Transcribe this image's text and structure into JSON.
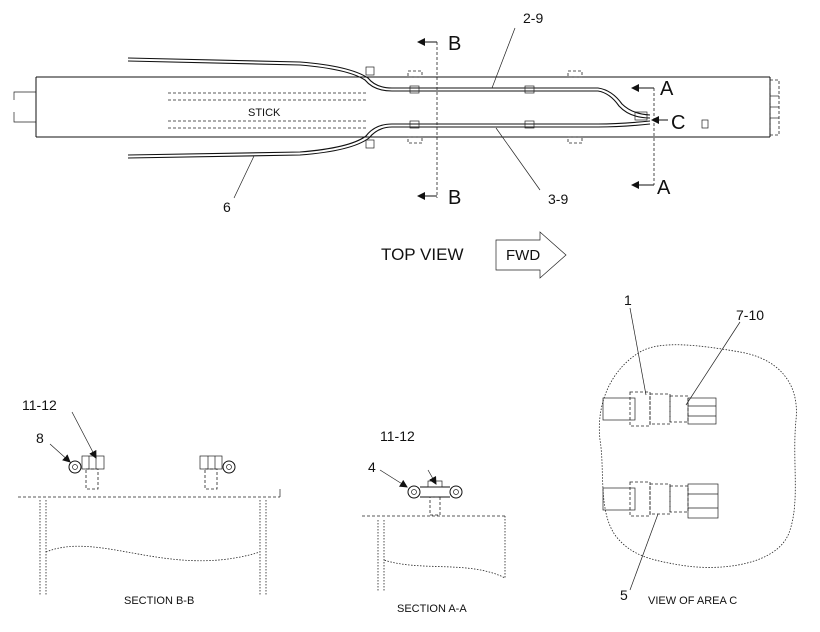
{
  "top_view": {
    "stick_label": "STICK",
    "caption": "TOP VIEW",
    "fwd_label": "FWD",
    "section_b_top": "B",
    "section_b_bottom": "B",
    "section_a_top": "A",
    "section_a_bottom": "A",
    "area_c": "C",
    "callout_2_9": "2-9",
    "callout_3_9": "3-9",
    "callout_6": "6"
  },
  "section_bb": {
    "caption": "SECTION B-B",
    "callout_11_12": "11-12",
    "callout_8": "8"
  },
  "section_aa": {
    "caption": "SECTION A-A",
    "callout_11_12": "11-12",
    "callout_4": "4"
  },
  "area_c_view": {
    "caption": "VIEW OF AREA C",
    "callout_1": "1",
    "callout_7_10": "7-10",
    "callout_5": "5"
  }
}
